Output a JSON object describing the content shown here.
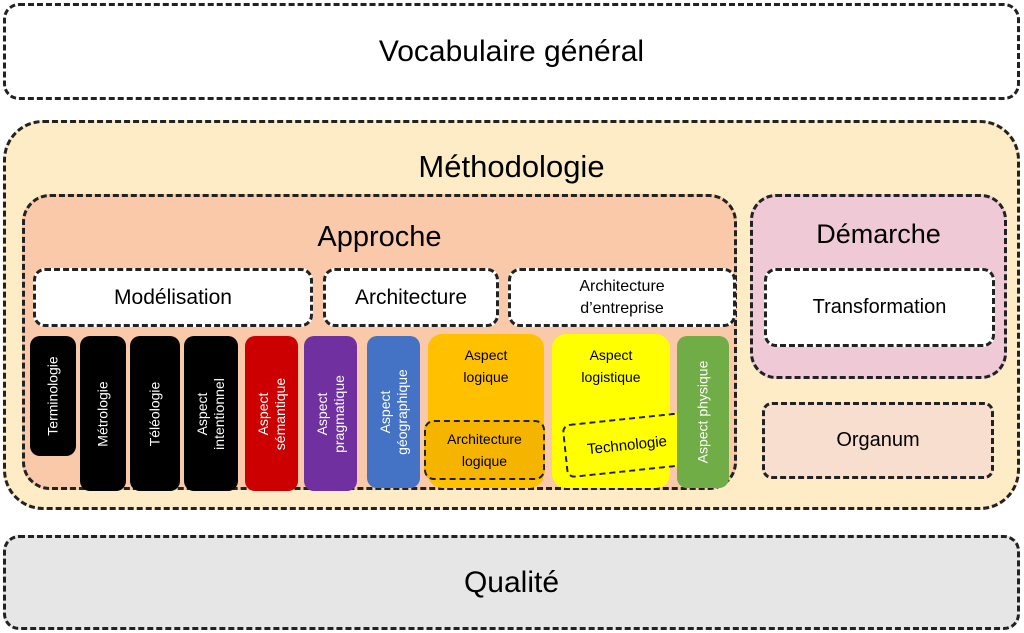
{
  "vocabulaire": "Vocabulaire général",
  "methodologie": "Méthodologie",
  "approche": {
    "title": "Approche",
    "modelisation": "Modélisation",
    "architecture": "Architecture",
    "architecture_entreprise_line1": "Architecture",
    "architecture_entreprise_line2": "d’entreprise",
    "columns": {
      "terminologie": "Terminologie",
      "metrologie": "Métrologie",
      "teleologie": "Téléologie",
      "intentionnel_line1": "Aspect",
      "intentionnel_line2": "intentionnel",
      "semantique_line1": "Aspect",
      "semantique_line2": "sémantique",
      "pragmatique_line1": "Aspect",
      "pragmatique_line2": "pragmatique",
      "geographique_line1": "Aspect",
      "geographique_line2": "géographique",
      "logique_line1": "Aspect",
      "logique_line2": "logique",
      "architecture_logique_line1": "Architecture",
      "architecture_logique_line2": "logique",
      "logistique_line1": "Aspect",
      "logistique_line2": "logistique",
      "technologie": "Technologie",
      "physique": "Aspect physique"
    }
  },
  "demarche": {
    "title": "Démarche",
    "transformation": "Transformation"
  },
  "organum": "Organum",
  "qualite": "Qualité",
  "colors": {
    "methodologie_bg": "#fdecc6",
    "approche_bg": "#f9c9a9",
    "demarche_bg": "#efcad6",
    "organum_bg": "#f8dece",
    "qualite_bg": "#e6e6e6",
    "semantique": "#cc0000",
    "pragmatique": "#7030a0",
    "geographique": "#4472c4",
    "logique": "#ffc000",
    "logistique": "#ffff00",
    "physique": "#70ad47"
  }
}
